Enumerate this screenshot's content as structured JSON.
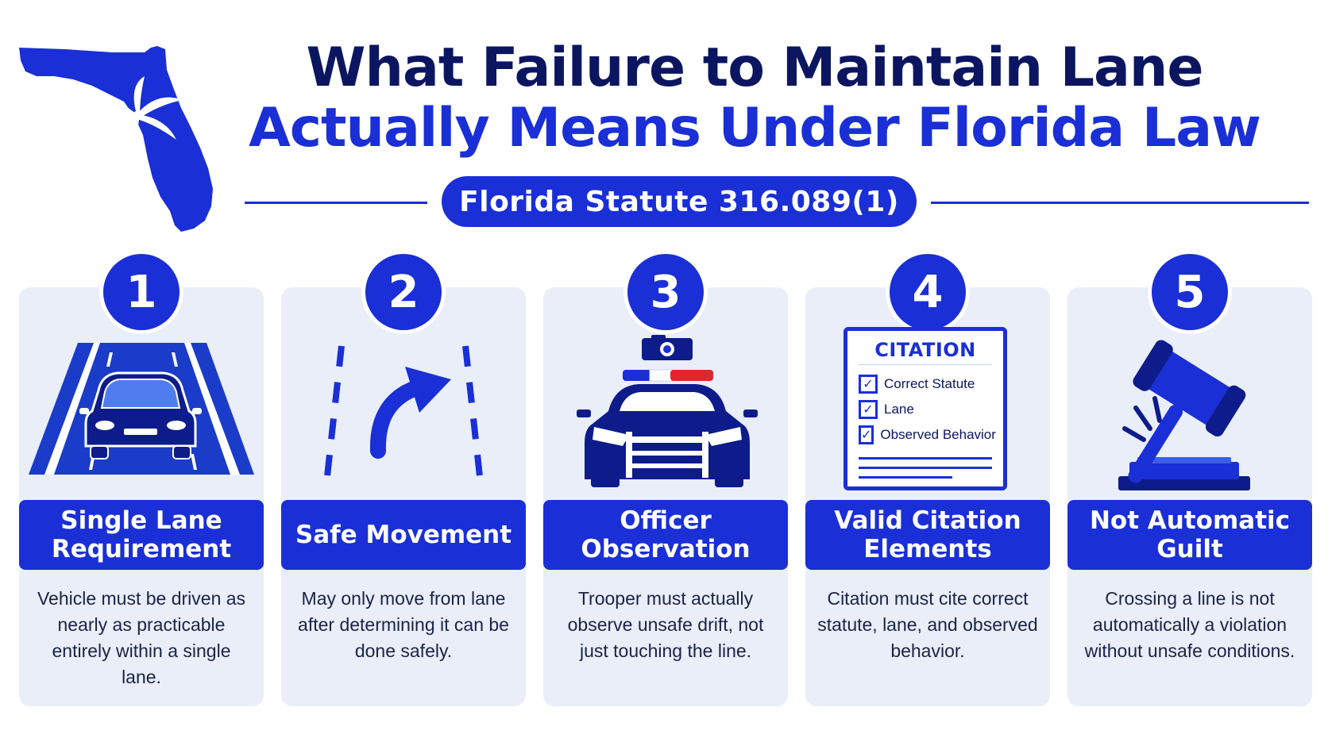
{
  "header": {
    "title_line1": "What Failure to Maintain Lane",
    "title_line2": "Actually Means Under Florida Law",
    "statute": "Florida Statute 316.089(1)"
  },
  "colors": {
    "primary": "#1a2fd6",
    "navy": "#0c1660",
    "card_bg": "#e9eef9",
    "siren_red": "#e0262c"
  },
  "icons": [
    "florida-map-icon",
    "palm-tree-icon",
    "car-on-road-icon",
    "lane-change-arrow-icon",
    "police-car-icon",
    "camera-icon",
    "citation-checklist-icon",
    "gavel-icon"
  ],
  "citation_card": {
    "title": "CITATION",
    "items": [
      "Correct Statute",
      "Lane",
      "Observed Behavior"
    ]
  },
  "cards": [
    {
      "number": "1",
      "title": "Single Lane Requirement",
      "desc": "Vehicle must be driven as nearly as practicable entirely within a single lane."
    },
    {
      "number": "2",
      "title": "Safe Movement",
      "desc": "May only move from lane after determining it can be done safely."
    },
    {
      "number": "3",
      "title": "Officer Observation",
      "desc": "Trooper must actually observe unsafe drift, not just touching the line."
    },
    {
      "number": "4",
      "title": "Valid Citation Elements",
      "desc": "Citation must cite correct statute, lane, and observed behavior."
    },
    {
      "number": "5",
      "title": "Not Automatic Guilt",
      "desc": "Crossing a line is not automatically a violation without unsafe conditions."
    }
  ]
}
